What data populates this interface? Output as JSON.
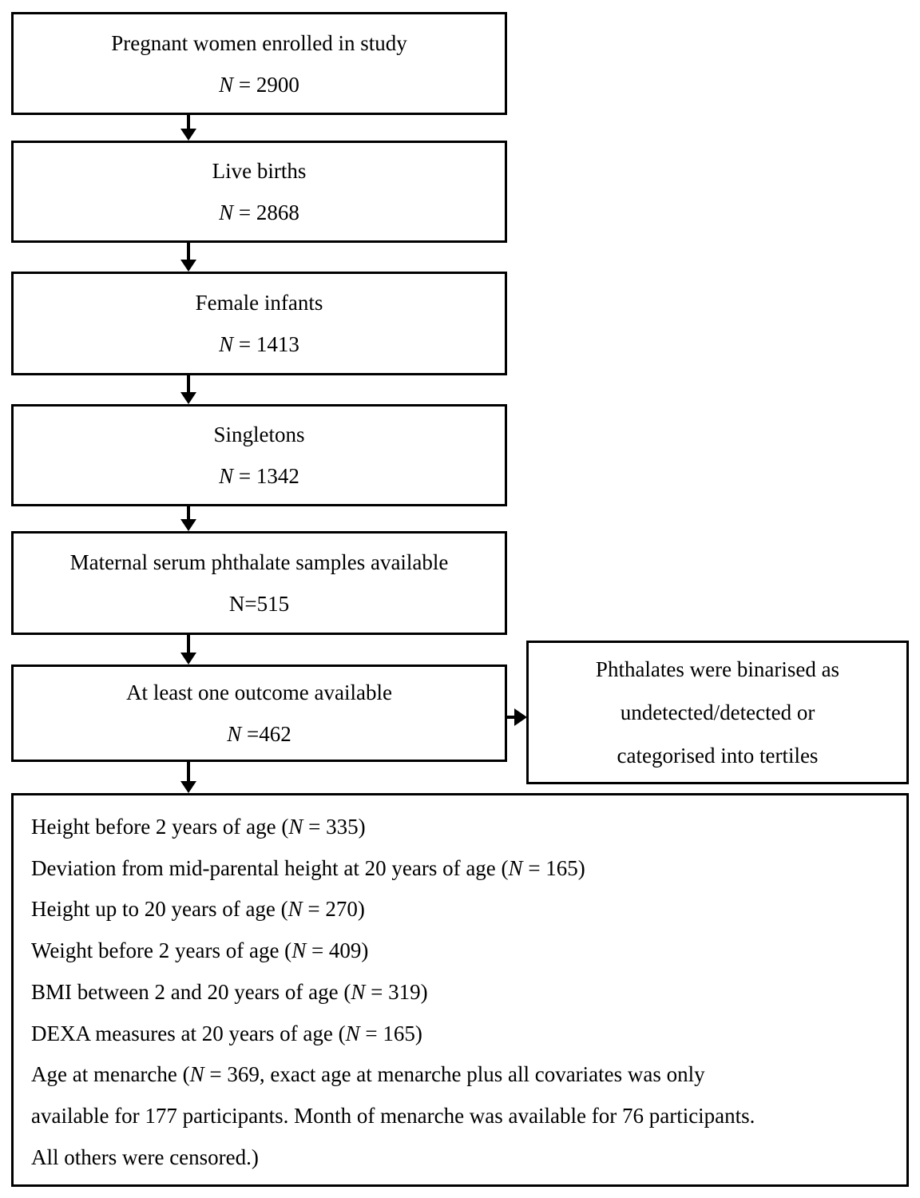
{
  "diagram": {
    "boxes": [
      {
        "title": "Pregnant women enrolled in study",
        "n": "*N* = 2900"
      },
      {
        "title": "Live births",
        "n": "*N* = 2868"
      },
      {
        "title": "Female infants",
        "n": "*N* = 1413"
      },
      {
        "title": "Singletons",
        "n": "*N* = 1342"
      },
      {
        "title": "Maternal serum phthalate samples available",
        "n": "N=515"
      },
      {
        "title": "At least one outcome available",
        "n": "*N* =462"
      }
    ],
    "side_note": {
      "lines": [
        "Phthalates were binarised as",
        "undetected/detected or",
        "categorised into tertiles"
      ]
    },
    "outcomes": {
      "lines": [
        "Height before 2 years of age (*N* = 335)",
        "Deviation from mid-parental height at 20 years of age (*N* = 165)",
        "Height up to 20 years of age (*N* = 270)",
        "Weight before 2 years of age (*N* = 409)",
        "BMI between 2 and 20 years of age (*N* = 319)",
        "DEXA measures at 20 years of age (*N* = 165)",
        "Age at menarche (*N* = 369, exact age at menarche plus all covariates was only",
        "available for 177 participants. Month of menarche was available for 76 participants.",
        "All others were censored.)"
      ]
    },
    "colors": {
      "border": "#000000",
      "background": "#ffffff",
      "text": "#000000"
    }
  }
}
